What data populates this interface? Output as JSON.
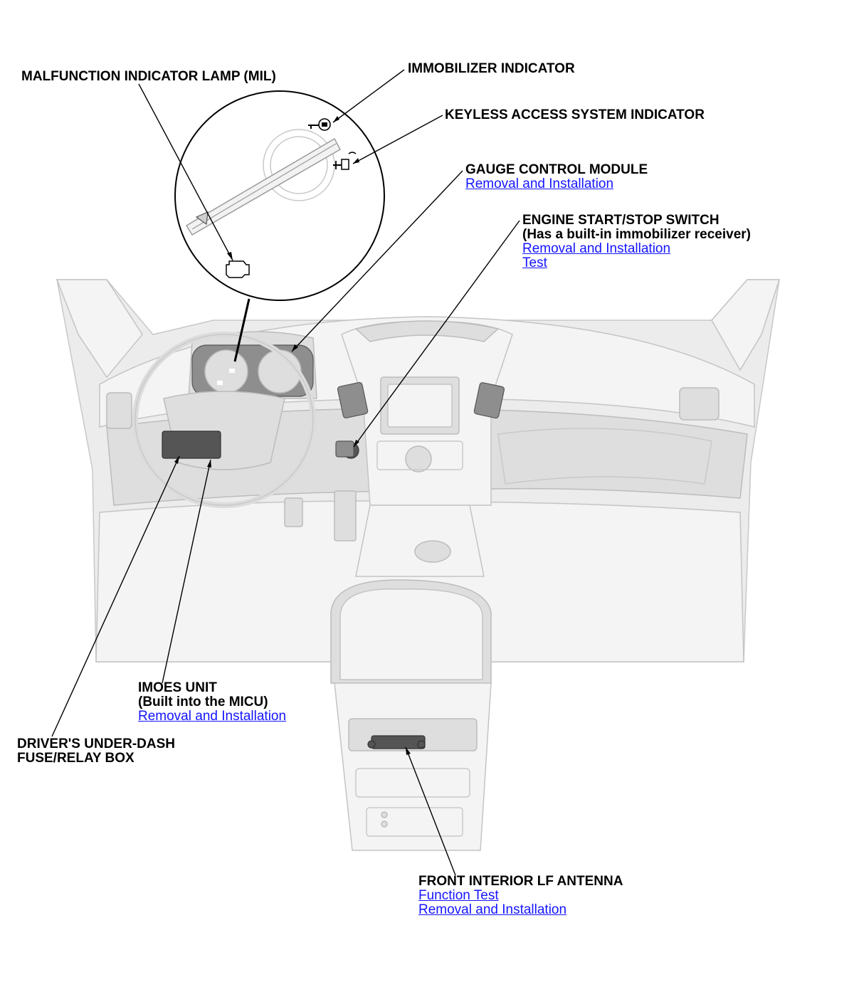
{
  "callouts": {
    "mil": {
      "title": "MALFUNCTION INDICATOR LAMP (MIL)"
    },
    "immobilizer": {
      "title": "IMMOBILIZER INDICATOR"
    },
    "keyless": {
      "title": "KEYLESS ACCESS SYSTEM INDICATOR"
    },
    "gauge": {
      "title": "GAUGE CONTROL MODULE",
      "link1": "Removal and Installation"
    },
    "engine_switch": {
      "title": "ENGINE START/STOP SWITCH",
      "subtitle": "(Has a built-in immobilizer receiver)",
      "link1": "Removal and Installation",
      "link2": "Test"
    },
    "imoes": {
      "title": "IMOES UNIT",
      "subtitle": "(Built into the MICU)",
      "link1": "Removal and Installation"
    },
    "fuse_box": {
      "title_line1": "DRIVER'S UNDER-DASH",
      "title_line2": "FUSE/RELAY BOX"
    },
    "antenna": {
      "title": "FRONT INTERIOR LF ANTENNA",
      "link1": "Function Test",
      "link2": "Removal and Installation"
    }
  },
  "icons": [
    "key-indicator-icon",
    "keyless-indicator-icon",
    "check-engine-icon"
  ],
  "colors": {
    "link": "#1515ff",
    "text": "#000000",
    "illustration": "#ececec"
  }
}
